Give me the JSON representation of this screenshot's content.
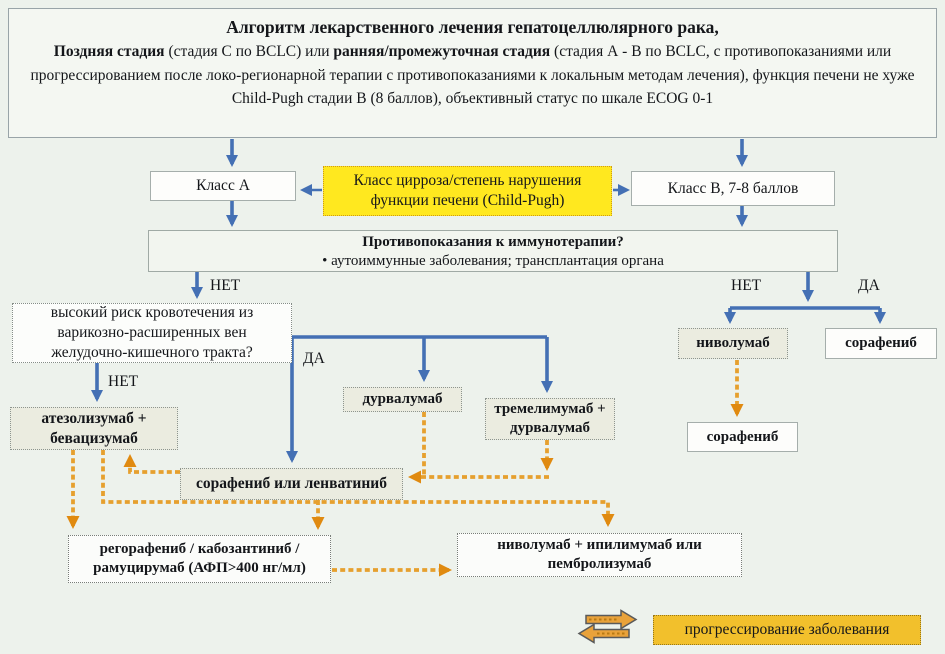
{
  "title": {
    "heading": "Алгоритм лекарственного лечения гепатоцеллюлярного рака,",
    "bold1": "Поздняя стадия",
    "text1": " (стадия С по BCLC) или ",
    "bold2": "ранняя/промежуточная стадия",
    "text2": " (стадия А - В по BCLC, с противопоказаниями или прогрессированием после локо-регионарной терапии с противопоказаниями к локальным методам лечения), функция печени не хуже Child-Pugh стадии В (8 баллов), объективный статус по шкале ECOG 0-1"
  },
  "nodes": {
    "class_a": "Класс А",
    "cirrhosis_class": "Класс цирроза/степень нарушения функции печени (Child-Pugh)",
    "class_b": "Класс В, 7-8 баллов",
    "immuno_question": "Противопоказания к иммунотерапии?",
    "immuno_detail": "• аутоиммунные заболевания; трансплантация органа",
    "bleeding_risk": "высокий риск кровотечения из варикозно-расширенных вен желудочно-кишечного тракта?",
    "atezolizumab_bevacizumab": "атезолизумаб + бевацизумаб",
    "durvalumab": "дурвалумаб",
    "tremelimumab_durvalumab": "тремелимумаб + дурвалумаб",
    "sorafenib_lenvatinib": "сорафениб или ленватиниб",
    "nivolumab": "ниволумаб",
    "sorafenib_after_yes": "сорафениб",
    "sorafenib_after_nivolumab": "сорафениб",
    "regorafenib_cabozantinib_ramucirumab": "регорафениб / кабозантиниб / рамуцирумаб (АФП>400 нг/мл)",
    "nivolumab_ipilimumab_pembrolizumab": "ниволумаб + ипилимумаб или пембролизумаб"
  },
  "labels": {
    "no_left": "НЕТ",
    "no_risk": "НЕТ",
    "yes_mid": "ДА",
    "no_right": "НЕТ",
    "yes_right": "ДА"
  },
  "legend": {
    "progression": "прогрессирование заболевания"
  },
  "colors": {
    "background": "#edf2ec",
    "decision_arrow_blue": "#4470b4",
    "progression_arrow_orange": "#e6a02e",
    "cirrhosis_highlight_yellow": "#ffe81f",
    "legend_gold": "#f2c02c",
    "drug_box_fill": "#ebece0",
    "white_box_fill": "#fdfdfb"
  }
}
